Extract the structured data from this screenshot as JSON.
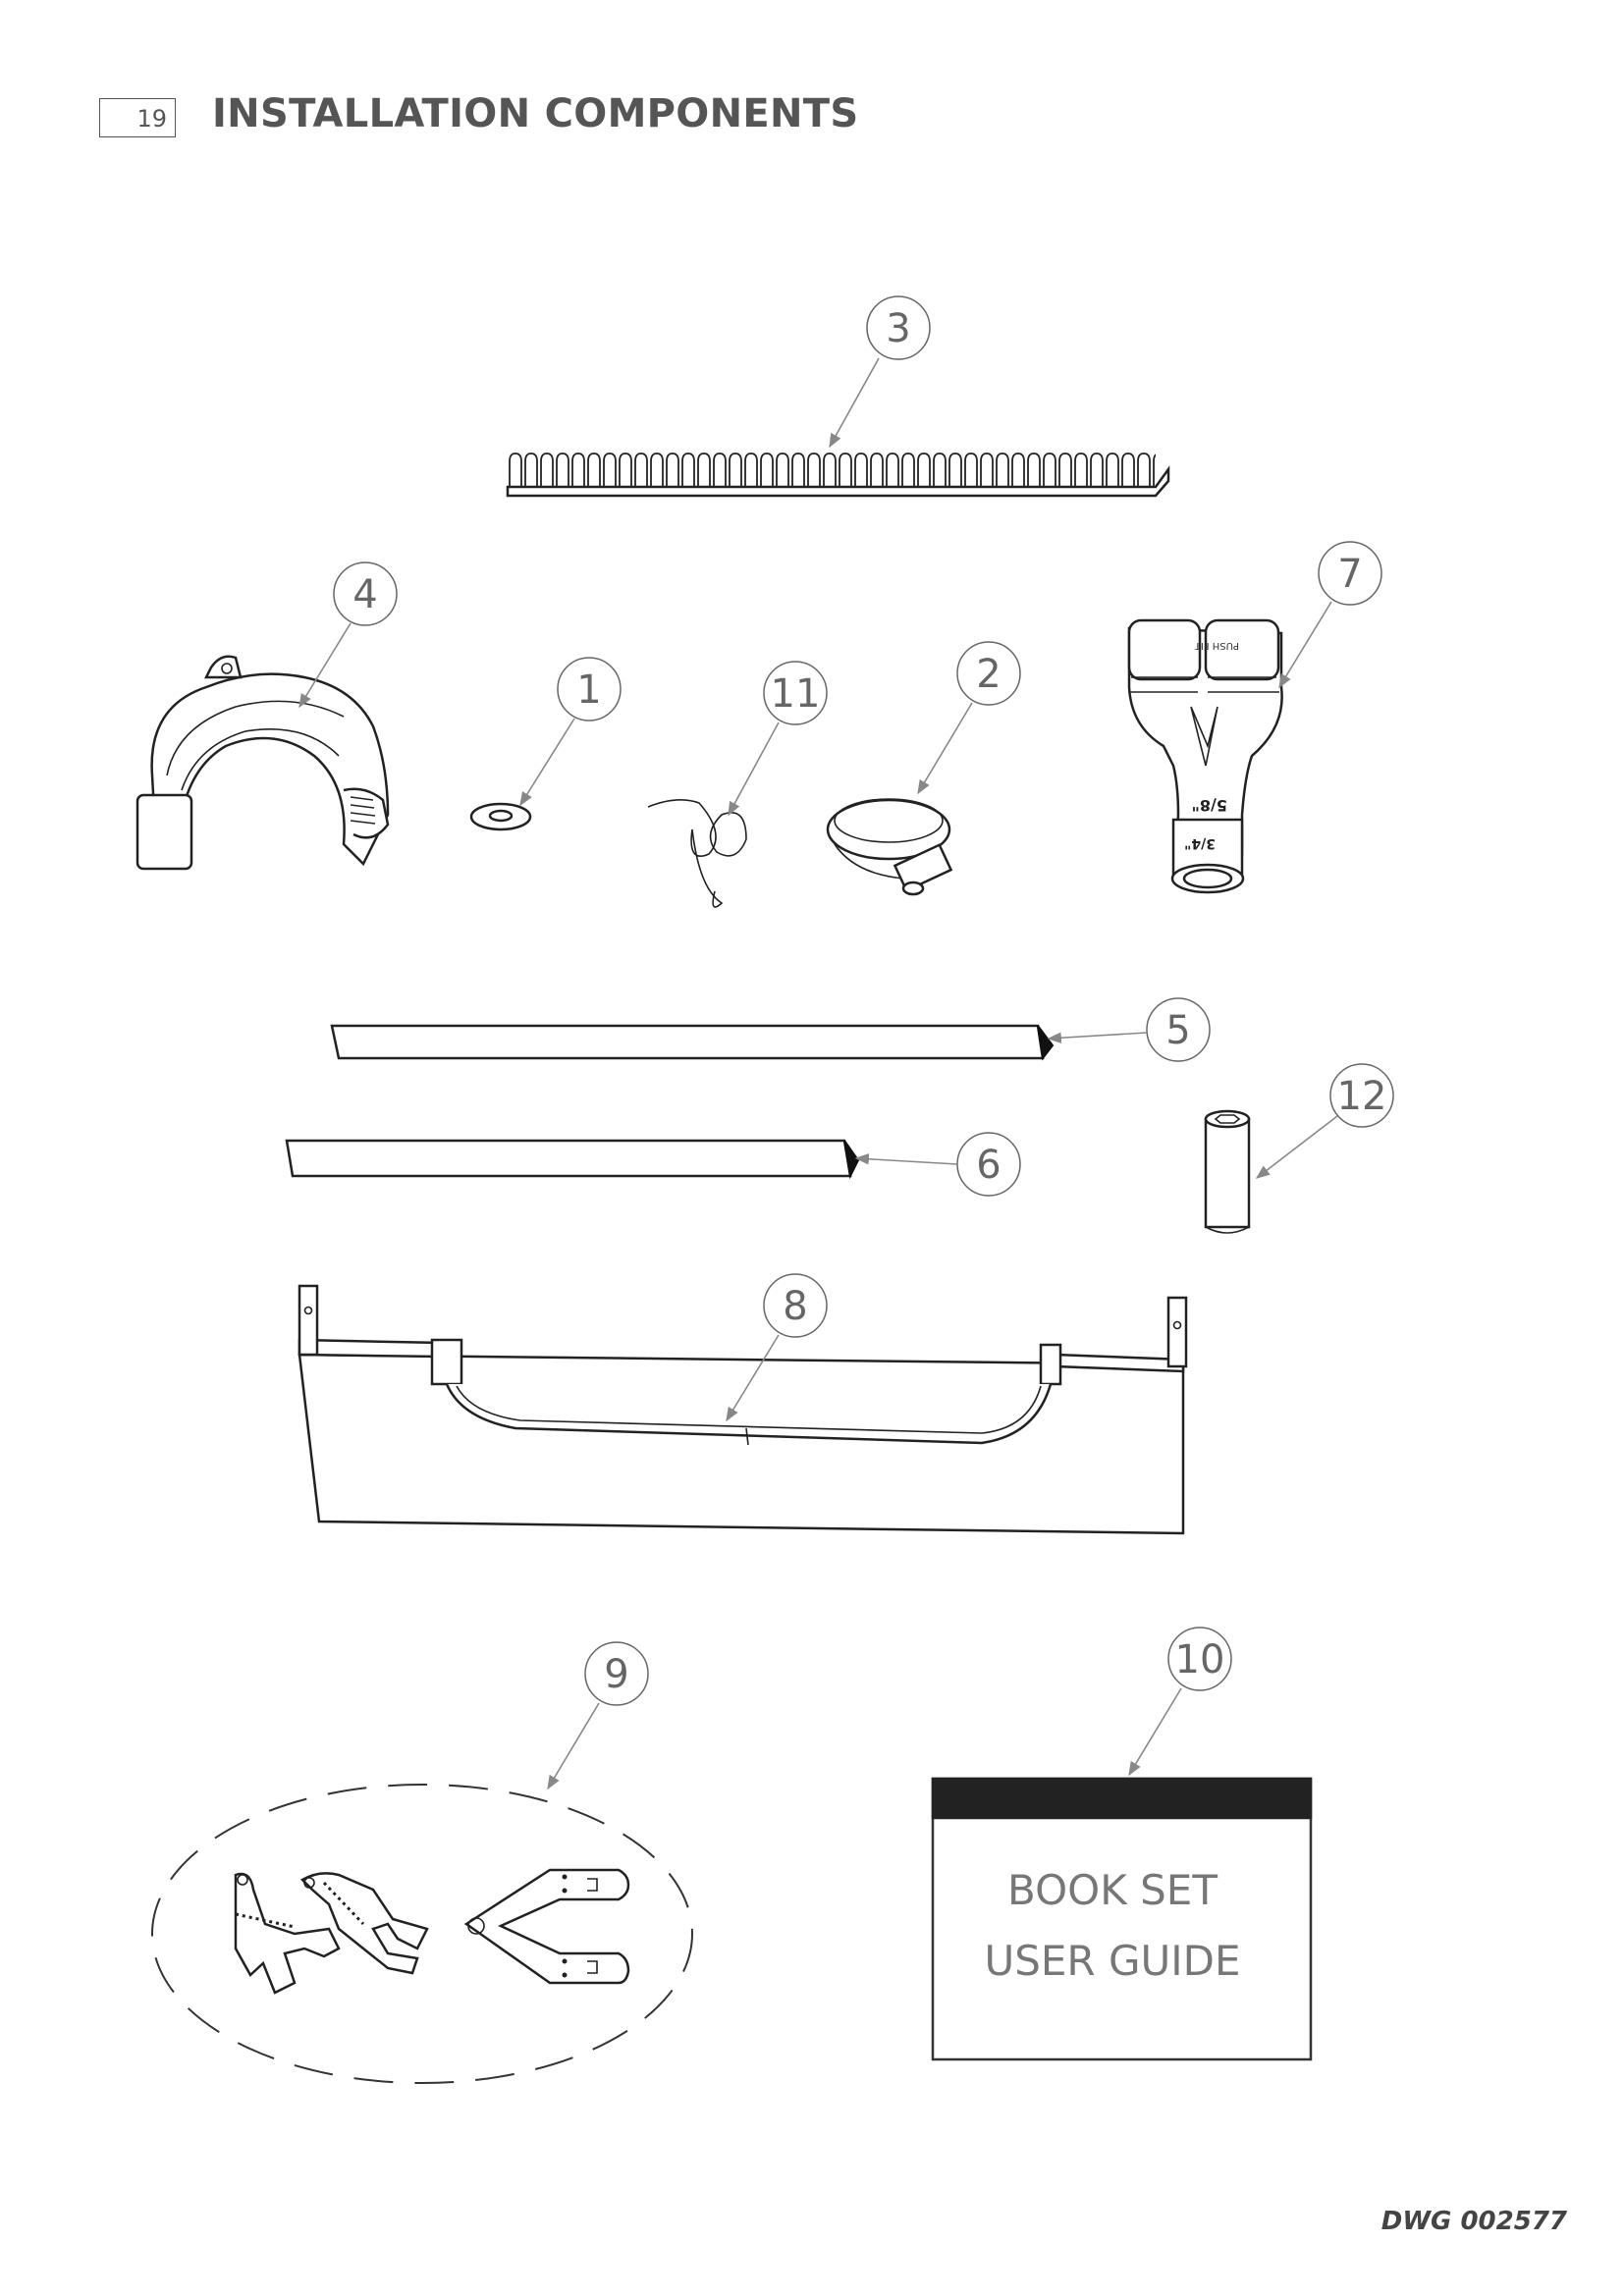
{
  "header": {
    "page_number": "19",
    "title": "INSTALLATION COMPONENTS"
  },
  "callouts": [
    "3",
    "4",
    "7",
    "1",
    "11",
    "2",
    "5",
    "12",
    "6",
    "8",
    "9",
    "10"
  ],
  "book": {
    "line1": "BOOK SET",
    "line2": "USER GUIDE"
  },
  "hose_labels": {
    "large": "5/8\"",
    "small": "3/4\""
  },
  "footer": {
    "drawing_number": "DWG 002577"
  }
}
